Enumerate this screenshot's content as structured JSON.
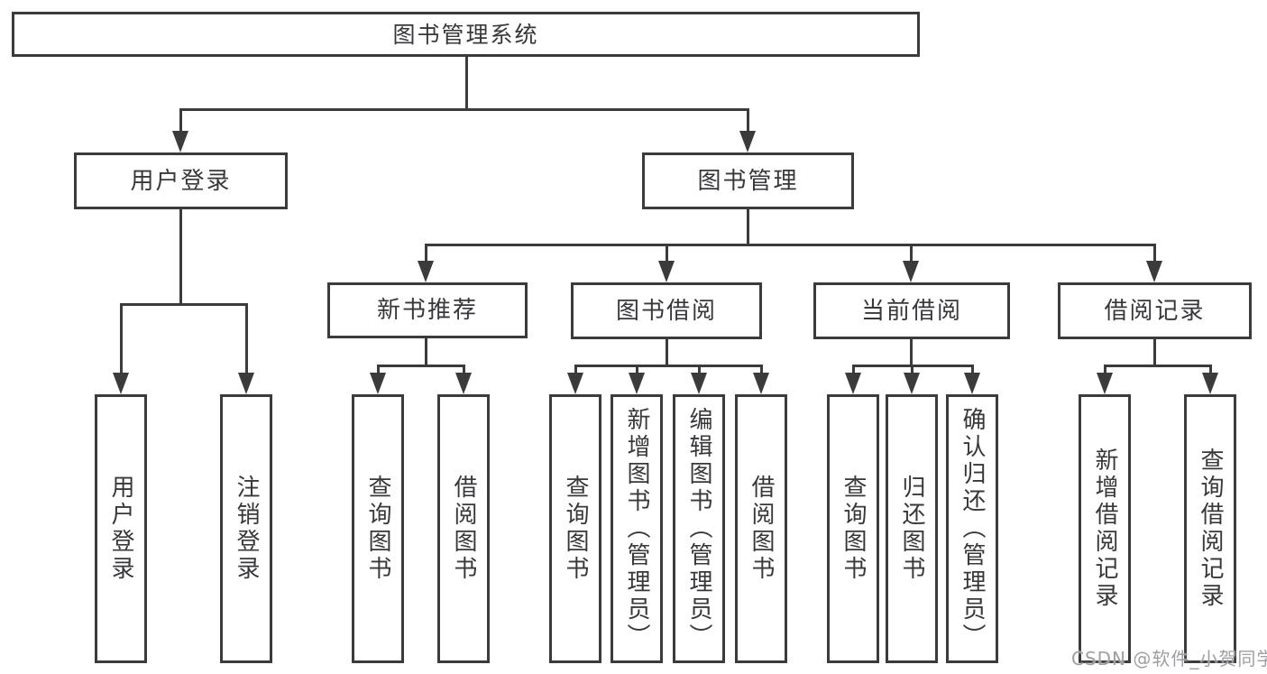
{
  "colors": {
    "line": "#3b3b3b",
    "text": "#38383c",
    "watermark": "#9e9ea6",
    "bg": "#ffffff"
  },
  "watermark": {
    "text": "CSDN @软件_小贺同学"
  },
  "tree": {
    "label": "图书管理系统",
    "children": [
      {
        "label": "用户登录",
        "children": [
          {
            "label": "用户登录"
          },
          {
            "label": "注销登录"
          }
        ]
      },
      {
        "label": "图书管理",
        "children": [
          {
            "label": "新书推荐",
            "children": [
              {
                "label": "查询图书"
              },
              {
                "label": "借阅图书"
              }
            ]
          },
          {
            "label": "图书借阅",
            "children": [
              {
                "label": "查询图书"
              },
              {
                "label": "新增图书（管理员）"
              },
              {
                "label": "编辑图书（管理员）"
              },
              {
                "label": "借阅图书"
              }
            ]
          },
          {
            "label": "当前借阅",
            "children": [
              {
                "label": "查询图书"
              },
              {
                "label": "归还图书"
              },
              {
                "label": "确认归还（管理员）"
              }
            ]
          },
          {
            "label": "借阅记录",
            "children": [
              {
                "label": "新增借阅记录"
              },
              {
                "label": "查询借阅记录"
              }
            ]
          }
        ]
      }
    ]
  }
}
